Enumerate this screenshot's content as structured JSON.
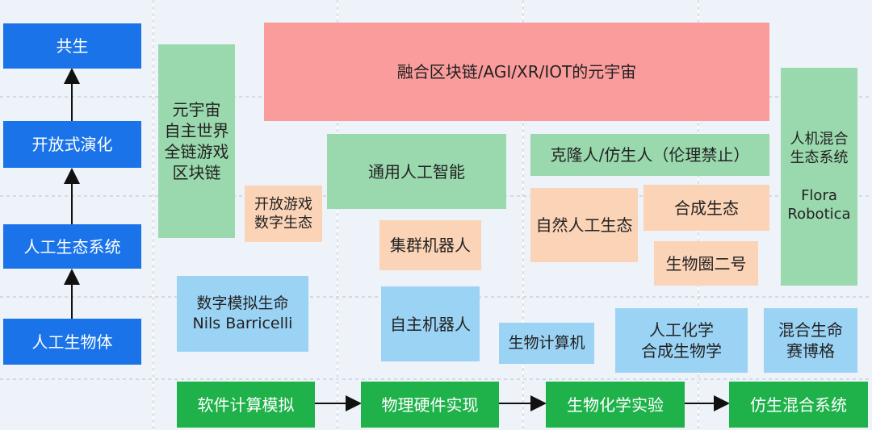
{
  "left_column": {
    "level_top": "共生",
    "level_3": "开放式演化",
    "level_2": "人工生态系统",
    "level_1": "人工生物体"
  },
  "bottom_row": {
    "step_1": "软件计算模拟",
    "step_2": "物理硬件实现",
    "step_3": "生物化学实验",
    "step_4": "仿生混合系统"
  },
  "boxes": {
    "metaverse_fusion": "融合区块链/AGI/XR/IOT的元宇宙",
    "metaverse_stack": "元宇宙\n自主世界\n全链游戏\n区块链",
    "open_games": "开放游戏\n数字生态",
    "agi": "通用人工智能",
    "clone": "克隆人/仿生人（伦理禁止）",
    "hybrid_eco": "人机混合\n生态系统\n\nFlora\nRobotica",
    "natural_ai_eco": "自然人工生态",
    "synthetic_eco": "合成生态",
    "swarm_robots": "集群机器人",
    "biosphere2": "生物圈二号",
    "digital_life": "数字模拟生命\nNils Barricelli",
    "autonomous_robots": "自主机器人",
    "bio_computer": "生物计算机",
    "artificial_chem": "人工化学\n合成生物学",
    "hybrid_cyborg": "混合生命\n赛博格"
  },
  "colors": {
    "blue": "#1a73e8",
    "green": "#1fb24a",
    "red": "#fb9c9c",
    "mint": "#9ad8ad",
    "peach": "#fbd3b6",
    "sky": "#9bd3f5"
  }
}
